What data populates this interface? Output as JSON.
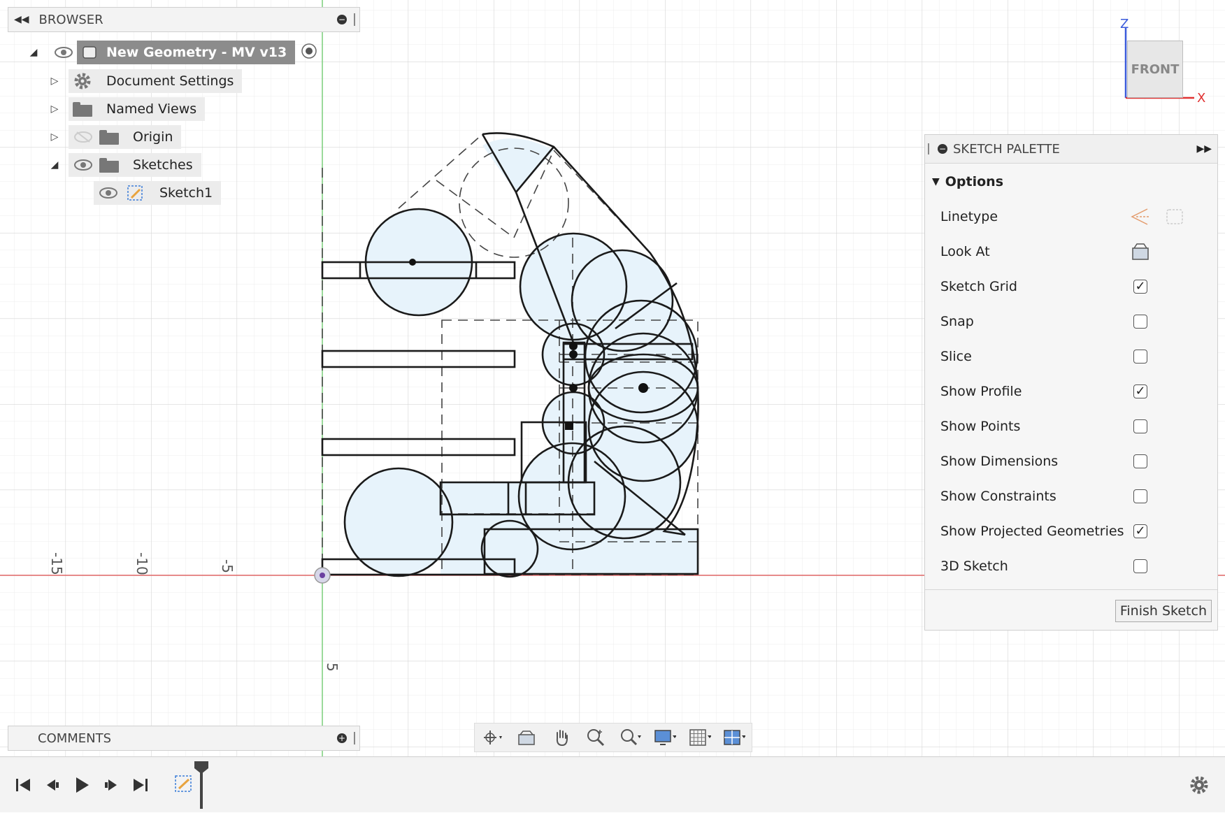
{
  "browser": {
    "title": "BROWSER",
    "root": {
      "label": "New Geometry - MV v13"
    },
    "items": [
      {
        "label": "Document Settings"
      },
      {
        "label": "Named Views"
      },
      {
        "label": "Origin"
      },
      {
        "label": "Sketches"
      },
      {
        "label": "Sketch1"
      }
    ]
  },
  "comments": {
    "title": "COMMENTS"
  },
  "viewcube": {
    "face": "FRONT",
    "axis_z": "Z",
    "axis_x": "X"
  },
  "axis_labels": {
    "neg15": "-15",
    "neg10": "-10",
    "neg5": "-5",
    "pos5": "5"
  },
  "palette": {
    "title": "SKETCH PALETTE",
    "section": "Options",
    "options": [
      {
        "label": "Linetype",
        "type": "icons"
      },
      {
        "label": "Look At",
        "type": "icon"
      },
      {
        "label": "Sketch Grid",
        "checked": true
      },
      {
        "label": "Snap",
        "checked": false
      },
      {
        "label": "Slice",
        "checked": false
      },
      {
        "label": "Show Profile",
        "checked": true
      },
      {
        "label": "Show Points",
        "checked": false
      },
      {
        "label": "Show Dimensions",
        "checked": false
      },
      {
        "label": "Show Constraints",
        "checked": false
      },
      {
        "label": "Show Projected Geometries",
        "checked": true
      },
      {
        "label": "3D Sketch",
        "checked": false
      }
    ],
    "finish_label": "Finish Sketch"
  },
  "colors": {
    "x_axis": "#e06666",
    "y_axis": "#7ccf7c",
    "profile_fill": "#e7f3fb",
    "axis_z": "#3b5bdb",
    "axis_x": "#e03131"
  }
}
